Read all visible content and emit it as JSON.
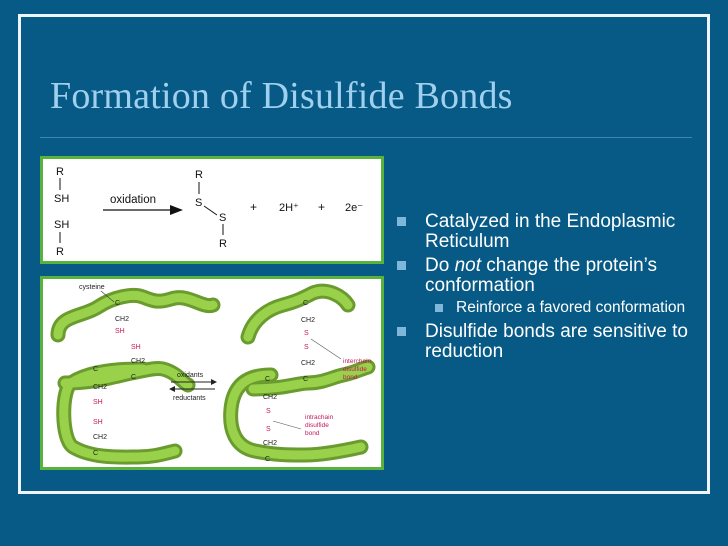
{
  "slide": {
    "title": "Formation of Disulfide Bonds"
  },
  "reaction": {
    "r1": "R",
    "sh1": "SH",
    "sh2": "SH",
    "r2": "R",
    "arrow_label": "oxidation",
    "r3": "R",
    "s1": "S",
    "s2": "S",
    "r4": "R",
    "plus1": "+",
    "protons": "2H⁺",
    "plus2": "+",
    "electrons": "2e⁻"
  },
  "protein": {
    "cysteine_label": "cysteine",
    "left_top_c1": "C",
    "left_top_ch2": "CH2",
    "left_top_sh": "SH",
    "left_mid_sh": "SH",
    "left_mid_ch2": "CH2",
    "left_mid_c": "C",
    "left_low_c": "C",
    "left_low_ch2": "CH2",
    "left_low_sh": "SH",
    "left_bot_sh": "SH",
    "left_bot_ch2": "CH2",
    "left_bot_c": "C",
    "oxidants": "oxidants",
    "reductants": "reductants",
    "right_top_c": "C",
    "right_top_ch2": "CH2",
    "right_top_s1": "S",
    "right_top_s2": "S",
    "right_top_ch2b": "CH2",
    "right_top_c2": "C",
    "interchain_label": [
      "interchain",
      "disulfide",
      "bond"
    ],
    "right_low_c": "C",
    "right_low_ch2": "CH2",
    "right_low_s1": "S",
    "right_low_s2": "S",
    "right_low_ch2b": "CH2",
    "right_low_c2": "C",
    "intrachain_label": [
      "intrachain",
      "disulfide",
      "bond"
    ]
  },
  "bullets": [
    {
      "text": "Catalyzed in the Endoplasmic Reticulum"
    },
    {
      "pre": "Do ",
      "em": "not",
      "post": " change the protein’s conformation"
    },
    {
      "text": "Reinforce a favored conformation"
    },
    {
      "text": "Disulfide bonds are sensitive to reduction"
    }
  ],
  "colors": {
    "background": "#075a86",
    "title": "#9fd0ee",
    "chain": "#8cc63f",
    "sulfur": "#c2185b",
    "panel_border": "#58b23d"
  }
}
